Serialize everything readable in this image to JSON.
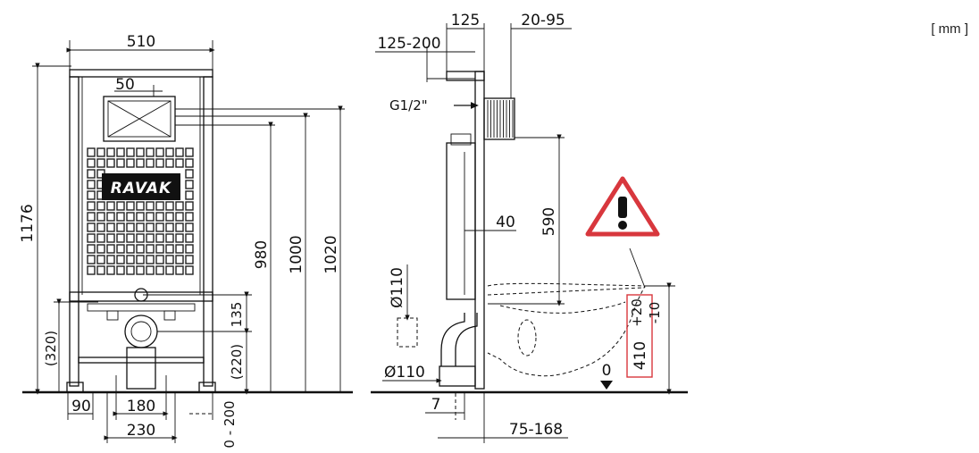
{
  "unit": "[ mm ]",
  "brand": "RAVAK",
  "front_view": {
    "frame_width": "510",
    "flush_offset": "50",
    "total_height": "1176",
    "height_980": "980",
    "height_1000": "1000",
    "height_1020": "1020",
    "height_135": "135",
    "height_220": "(220)",
    "height_320": "(320)",
    "foot_90": "90",
    "bolt_spacing": "180",
    "foot_spacing": "230",
    "leg_adjust": "0 - 200"
  },
  "side_view": {
    "depth_125": "125",
    "depth_125_200": "125-200",
    "range_20_95": "20-95",
    "water_inlet": "G1/2\"",
    "panel_40": "40",
    "height_590": "590",
    "drain_110_top": "Ø110",
    "drain_110_bottom": "Ø110",
    "offset_7": "7",
    "range_75_168": "75-168",
    "floor_level": "0",
    "pan_height": "410",
    "pan_tol_plus": "+20",
    "pan_tol_minus": "-10"
  },
  "colors": {
    "warning_red": "#d8373d",
    "line": "#111111"
  }
}
